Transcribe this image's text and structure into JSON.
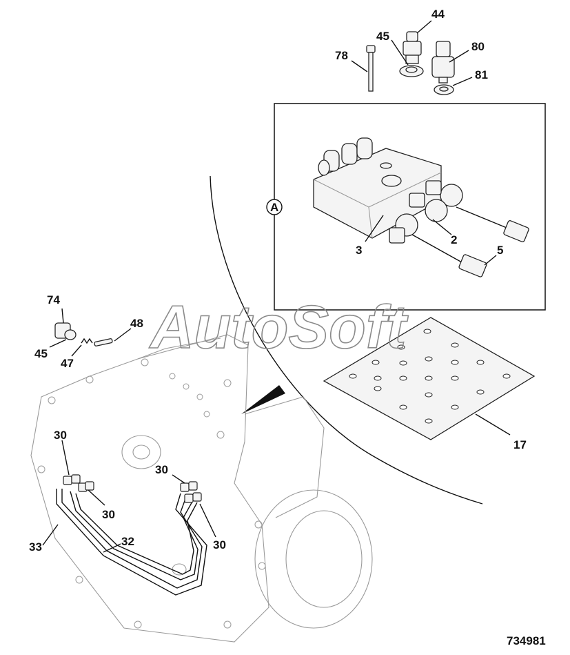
{
  "watermark": "AutoSoft",
  "drawing_number": "734981",
  "view_marker": "A",
  "callouts": {
    "c44": "44",
    "c45_top": "45",
    "c78": "78",
    "c80": "80",
    "c81": "81",
    "c2": "2",
    "c3": "3",
    "c5": "5",
    "c17": "17",
    "c74": "74",
    "c45_left": "45",
    "c47": "47",
    "c48": "48",
    "c30_a": "30",
    "c30_b": "30",
    "c30_c": "30",
    "c30_d": "30",
    "c32": "32",
    "c33": "33"
  }
}
